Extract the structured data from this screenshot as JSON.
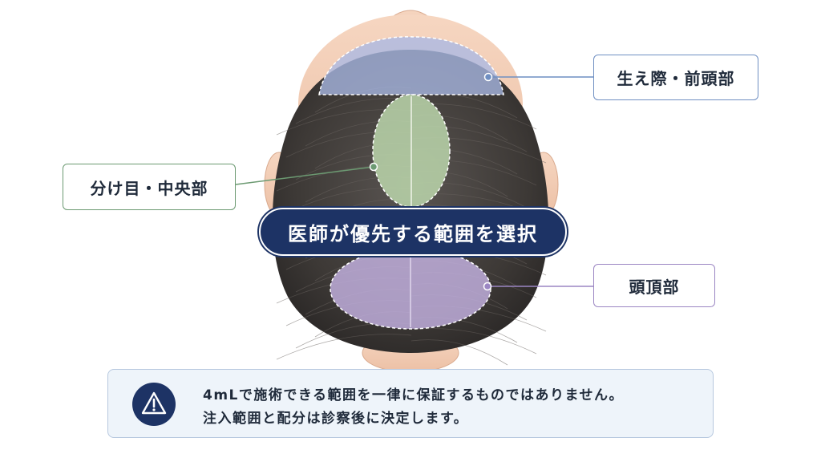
{
  "labels": {
    "hairline_frontal": "生え際・前頭部",
    "part_center": "分け目・中央部",
    "crown": "頭頂部"
  },
  "banner": {
    "text": "医師が優先する範囲を選択"
  },
  "notice": {
    "icon": "warning-triangle-icon",
    "line1": "4mLで施術できる範囲を一律に保証するものではありません。",
    "line2": "注入範囲と配分は診察後に決定します。"
  },
  "colors": {
    "hairline_zone": "#a9b8e4",
    "part_zone": "#bfdcb0",
    "crown_zone": "#c4b2e2",
    "banner_bg": "#1d3365",
    "hair": "#3b3836",
    "skin": "#f2cdb6"
  }
}
